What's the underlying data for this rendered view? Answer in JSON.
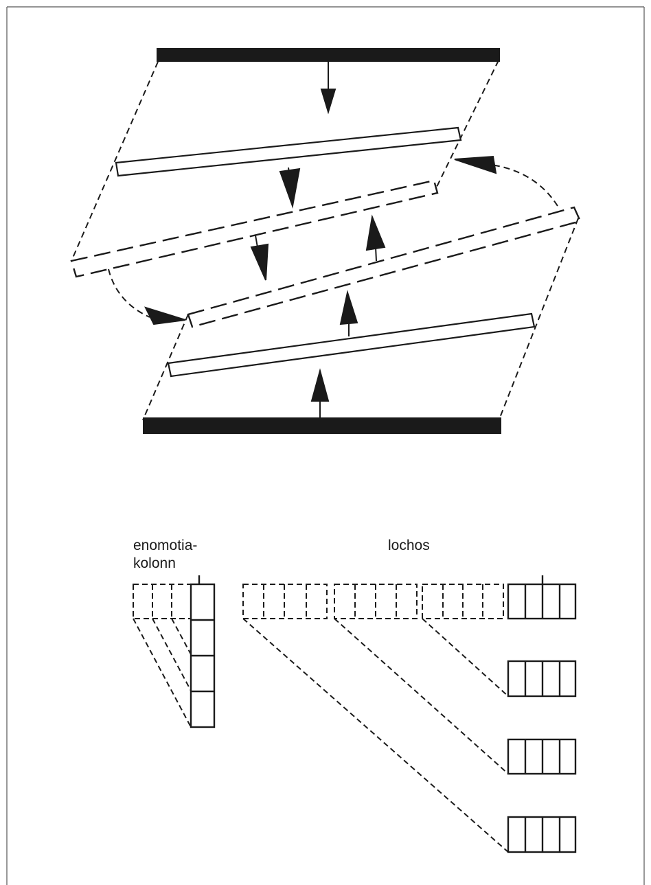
{
  "labels": {
    "enomotia_line1": "enomotia-",
    "enomotia_line2": "kolonn",
    "lochos": "lochos"
  },
  "colors": {
    "ink": "#1a1a1a",
    "frame": "#555555",
    "background": "#ffffff"
  }
}
